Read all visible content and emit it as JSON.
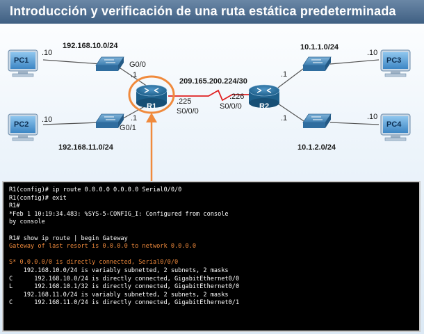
{
  "title": "Introducción y verificación de una ruta estática predeterminada",
  "devices": {
    "pc1": "PC1",
    "pc2": "PC2",
    "pc3": "PC3",
    "pc4": "PC4",
    "r1": "R1",
    "r2": "R2"
  },
  "labels": {
    "net_10": "192.168.10.0/24",
    "net_11": "192.168.11.0/24",
    "net_serial": "209.165.200.224/30",
    "net_1_1": "10.1.1.0/24",
    "net_1_2": "10.1.2.0/24",
    "pc1_ip": ".10",
    "pc2_ip": ".10",
    "pc3_ip": ".10",
    "pc4_ip": ".10",
    "r1_g00": "G0/0",
    "r1_g00_ip": ".1",
    "r1_g01": "G0/1",
    "r1_g01_ip": ".1",
    "r1_s000_ip": ".225",
    "r1_s000": "S0/0/0",
    "r2_s000_ip": ".226",
    "r2_s000": "S0/0/0",
    "r2_top_ip": ".1",
    "r2_bot_ip": ".1"
  },
  "colors": {
    "accent_orange": "#f08a3c",
    "serial_link": "#e02020",
    "router_blue": "#1d5f8a"
  },
  "console": {
    "lines": [
      {
        "text": "R1(config)# ip route 0.0.0.0 0.0.0.0 Serial0/0/0",
        "highlight": false
      },
      {
        "text": "R1(config)# exit",
        "highlight": false
      },
      {
        "text": "R1#",
        "highlight": false
      },
      {
        "text": "*Feb 1 10:19:34.483: %SYS-5-CONFIG_I: Configured from console",
        "highlight": false
      },
      {
        "text": "by console",
        "highlight": false
      },
      {
        "text": "",
        "highlight": false
      },
      {
        "text": "R1# show ip route | begin Gateway",
        "highlight": false
      },
      {
        "text": "Gateway of last resort is 0.0.0.0 to network 0.0.0.0",
        "highlight": true
      },
      {
        "text": "",
        "highlight": false
      },
      {
        "text": "S* 0.0.0.0/0 is directly connected, Serial0/0/0",
        "highlight": true
      },
      {
        "text": "    192.168.10.0/24 is variably subnetted, 2 subnets, 2 masks",
        "highlight": false
      },
      {
        "text": "C      192.168.10.0/24 is directly connected, GigabitEthernet0/0",
        "highlight": false
      },
      {
        "text": "L      192.168.10.1/32 is directly connected, GigabitEthernet0/0",
        "highlight": false
      },
      {
        "text": "    192.168.11.0/24 is variably subnetted, 2 subnets, 2 masks",
        "highlight": false
      },
      {
        "text": "C      192.168.11.0/24 is directly connected, GigabitEthernet0/1",
        "highlight": false
      }
    ]
  }
}
